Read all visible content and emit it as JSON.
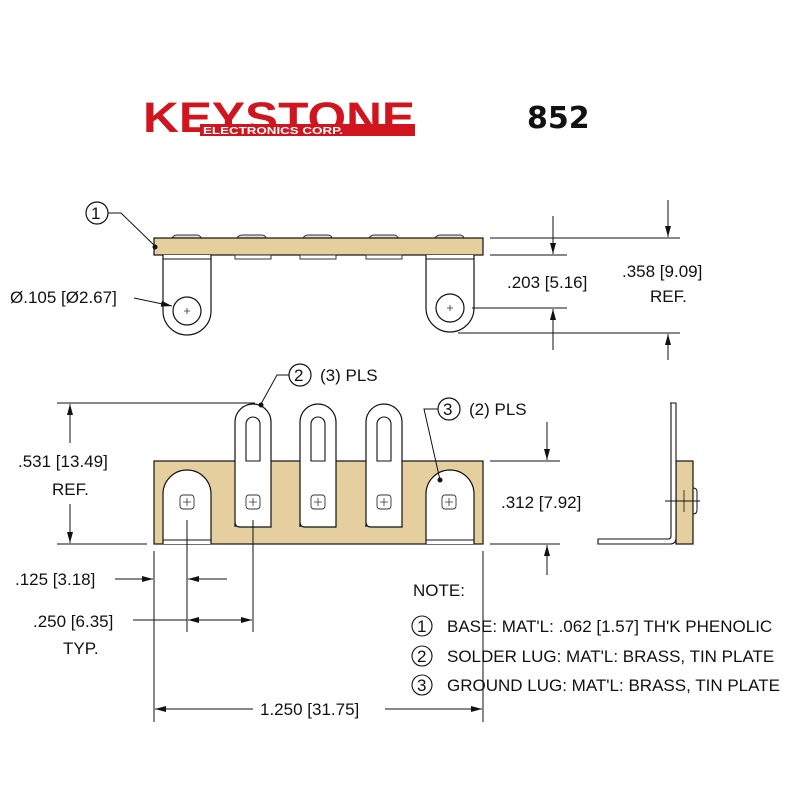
{
  "header": {
    "brand": "KEYSTONE",
    "brand_sub": "ELECTRONICS CORP.",
    "part_number": "852",
    "brand_color": "#d0151e"
  },
  "colors": {
    "phenolic": "#e5cf9f",
    "line": "#111111",
    "lug": "#ffffff"
  },
  "top_view": {
    "callout_1": "1",
    "hole_dim": "Ø.105 [Ø2.67]",
    "dim_203": ".203 [5.16]",
    "dim_358": ".358 [9.09]",
    "dim_358_ref": "REF."
  },
  "front_view": {
    "callout_2": "2",
    "callout_2_qty": "(3) PLS",
    "callout_3": "3",
    "callout_3_qty": "(2) PLS",
    "dim_531": ".531 [13.49]",
    "dim_531_ref": "REF.",
    "dim_312": ".312 [7.92]",
    "dim_125": ".125 [3.18]",
    "dim_250": ".250 [6.35]",
    "dim_250_typ": "TYP.",
    "dim_1250": "1.250 [31.75]"
  },
  "notes": {
    "title": "NOTE:",
    "items": [
      {
        "num": "1",
        "text": "BASE: MAT'L: .062 [1.57] TH'K PHENOLIC"
      },
      {
        "num": "2",
        "text": "SOLDER LUG: MAT'L: BRASS, TIN PLATE"
      },
      {
        "num": "3",
        "text": "GROUND LUG: MAT'L: BRASS, TIN PLATE"
      }
    ]
  }
}
